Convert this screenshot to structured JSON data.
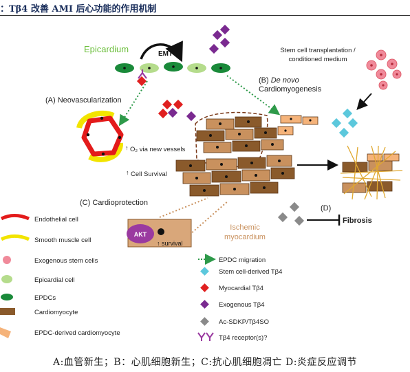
{
  "title": "：Tβ4 改善 AMI 后心功能的作用机制",
  "diagram": {
    "epicardium": "Epicardium",
    "emt": "EMT",
    "stem_cell_line1": "Stem cell transplantation /",
    "stem_cell_line2": "conditioned medium",
    "b_prefix": "(B) ",
    "b_italic": "De novo",
    "b_line2": "Cardiomyogenesis",
    "a_label": "(A) Neovascularization",
    "o2_text": "O₂ via new vessels",
    "cell_survival": "Cell Survival",
    "c_label": "(C) Cardioprotection",
    "akt": "AKT",
    "survival": "survival",
    "ischemic_line1": "Ischemic",
    "ischemic_line2": "myocardium",
    "d_label": "(D)",
    "fibrosis": "Fibrosis"
  },
  "legend_left": [
    {
      "label": "Endothelial cell",
      "icon": "endothelial-cell-icon",
      "color": "#e31b1b"
    },
    {
      "label": "Smooth muscle cell",
      "icon": "smooth-muscle-cell-icon",
      "color": "#f2e400"
    },
    {
      "label": "Exogenous stem cells",
      "icon": "exogenous-stem-cell-icon",
      "color": "#f08a9a"
    },
    {
      "label": "Epicardial cell",
      "icon": "epicardial-cell-icon",
      "color": "#b5dc8c"
    },
    {
      "label": "EPDCs",
      "icon": "epdc-icon",
      "color": "#1a8a3a"
    },
    {
      "label": "Cardiomyocyte",
      "icon": "cardiomyocyte-icon",
      "color": "#8a5a2b"
    },
    {
      "label": "EPDC-derived cardiomyocyte",
      "icon": "epdc-derived-cardiomyocyte-icon",
      "color": "#f5b37a"
    }
  ],
  "legend_right": [
    {
      "label": "EPDC migration",
      "icon": "epdc-migration-arrow-icon",
      "color": "#2e9a4a"
    },
    {
      "label": "Stem cell-derived Tβ4",
      "icon": "stem-cell-tb4-diamond-icon",
      "color": "#5cc8dc"
    },
    {
      "label": "Myocardial Tβ4",
      "icon": "myocardial-tb4-diamond-icon",
      "color": "#e02020"
    },
    {
      "label": "Exogenous Tβ4",
      "icon": "exogenous-tb4-diamond-icon",
      "color": "#7a2a90"
    },
    {
      "label": "Ac-SDKP/Tβ4SO",
      "icon": "ac-sdkp-diamond-icon",
      "color": "#8a8a8a"
    },
    {
      "label": "Tβ4 receptor(s)?",
      "icon": "tb4-receptor-icon",
      "color": "#9a3aa0"
    }
  ],
  "caption": "A:血管新生；B：心肌细胞新生；C:抗心肌细胞凋亡 D:炎症反应调节"
}
